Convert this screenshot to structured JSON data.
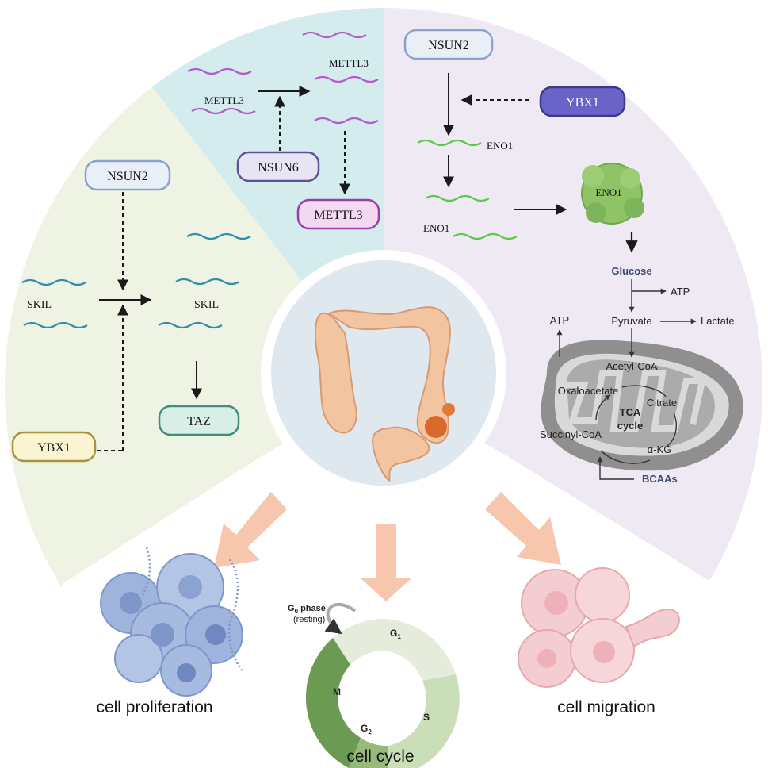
{
  "colors": {
    "left_panel": "#eef3e4",
    "top_panel": "#d5ecef",
    "right_panel": "#efe9f4",
    "center_circle": "#dfe8ef",
    "rna_teal": "#2f8faa",
    "rna_magenta": "#b45cc5",
    "rna_green": "#5cc94c",
    "arrow_orange": "#f6c6ad",
    "enzyme_green": "#8fc466"
  },
  "top_panel": {
    "nsun6": "NSUN6",
    "methyl_upper": "METTL3",
    "methyl_lower": "METTL3",
    "methyl_box": "METTL3"
  },
  "left_panel": {
    "nsun2": "NSUN2",
    "skil_left": "SKIL",
    "skil_right": "SKIL",
    "ybx1": "YBX1",
    "taz": "TAZ"
  },
  "right_panel": {
    "nsun2": "NSUN2",
    "ybx1": "YBX1",
    "eno1_mrna": "ENO1",
    "eno1_mrna2": "ENO1",
    "eno1_protein": "ENO1",
    "glucose": "Glucose",
    "atp_right": "ATP",
    "pyruvate": "Pyruvate",
    "lactate": "Lactate",
    "atp_left": "ATP",
    "acetyl_coa": "Acetyl-CoA",
    "oxaloacetate": "Oxaloacetate",
    "citrate": "Citrate",
    "tca_line1": "TCA",
    "tca_line2": "cycle",
    "succinyl_coa": "Succinyl-CoA",
    "akg": "α-KG",
    "bcaas": "BCAAs"
  },
  "outcomes": {
    "proliferation": "cell proliferation",
    "cycle": "cell cycle",
    "migration": "cell migration"
  },
  "cell_cycle": {
    "g0_main": "G",
    "g0_sub": "0",
    "g0_rest": " phase",
    "resting": "(resting)",
    "g1_main": "G",
    "g1_sub": "1",
    "s": "S",
    "g2_main": "G",
    "g2_sub": "2",
    "m": "M"
  }
}
